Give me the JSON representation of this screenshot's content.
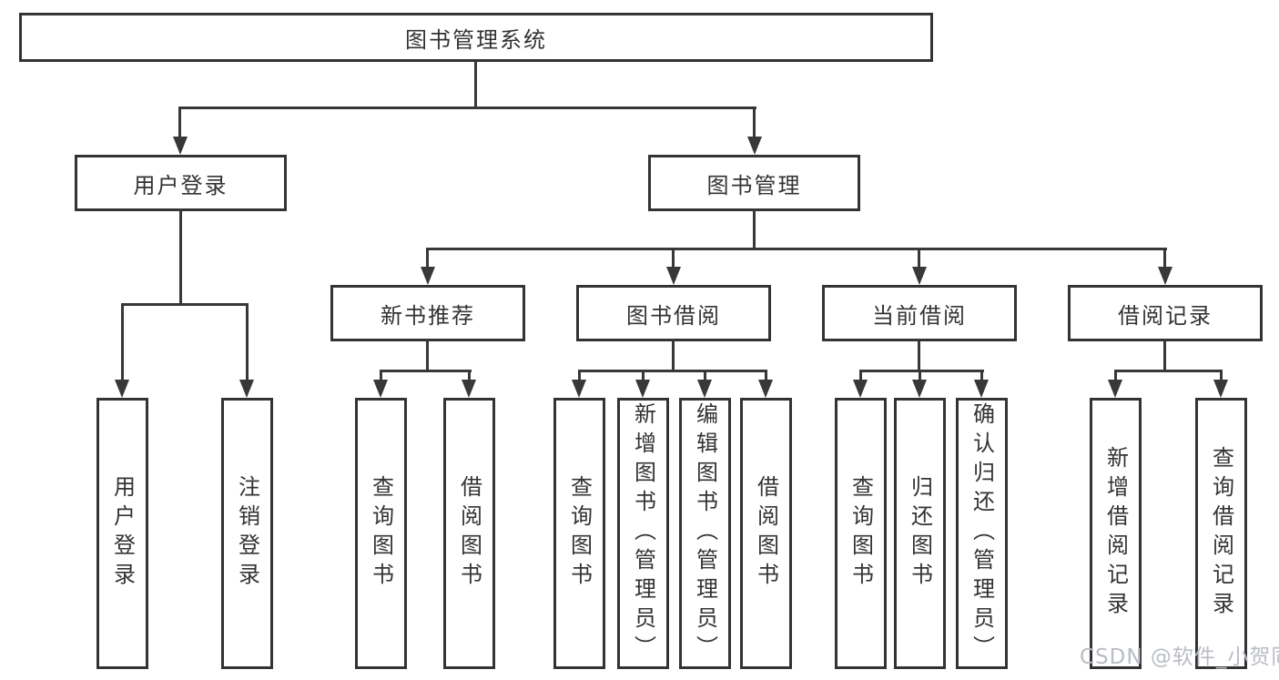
{
  "diagram": {
    "title_node": "图书管理系统",
    "level2": {
      "user_login": "用户登录",
      "book_mgmt": "图书管理"
    },
    "level3": [
      "新书推荐",
      "图书借阅",
      "当前借阅",
      "借阅记录"
    ],
    "leaves": [
      "用户登录",
      "注销登录",
      "查询图书",
      "借阅图书",
      "查询图书",
      "新增图书（管理员）",
      "编辑图书（管理员）",
      "借阅图书",
      "查询图书",
      "归还图书",
      "确认归还（管理员）",
      "新增借阅记录",
      "查询借阅记录"
    ],
    "colors": {
      "line": "#383838",
      "border": "#333333",
      "text": "#333333",
      "background": "#ffffff",
      "watermark_text_color": "#b9bdc4"
    }
  },
  "watermark": "CSDN @软件_小贺同学"
}
